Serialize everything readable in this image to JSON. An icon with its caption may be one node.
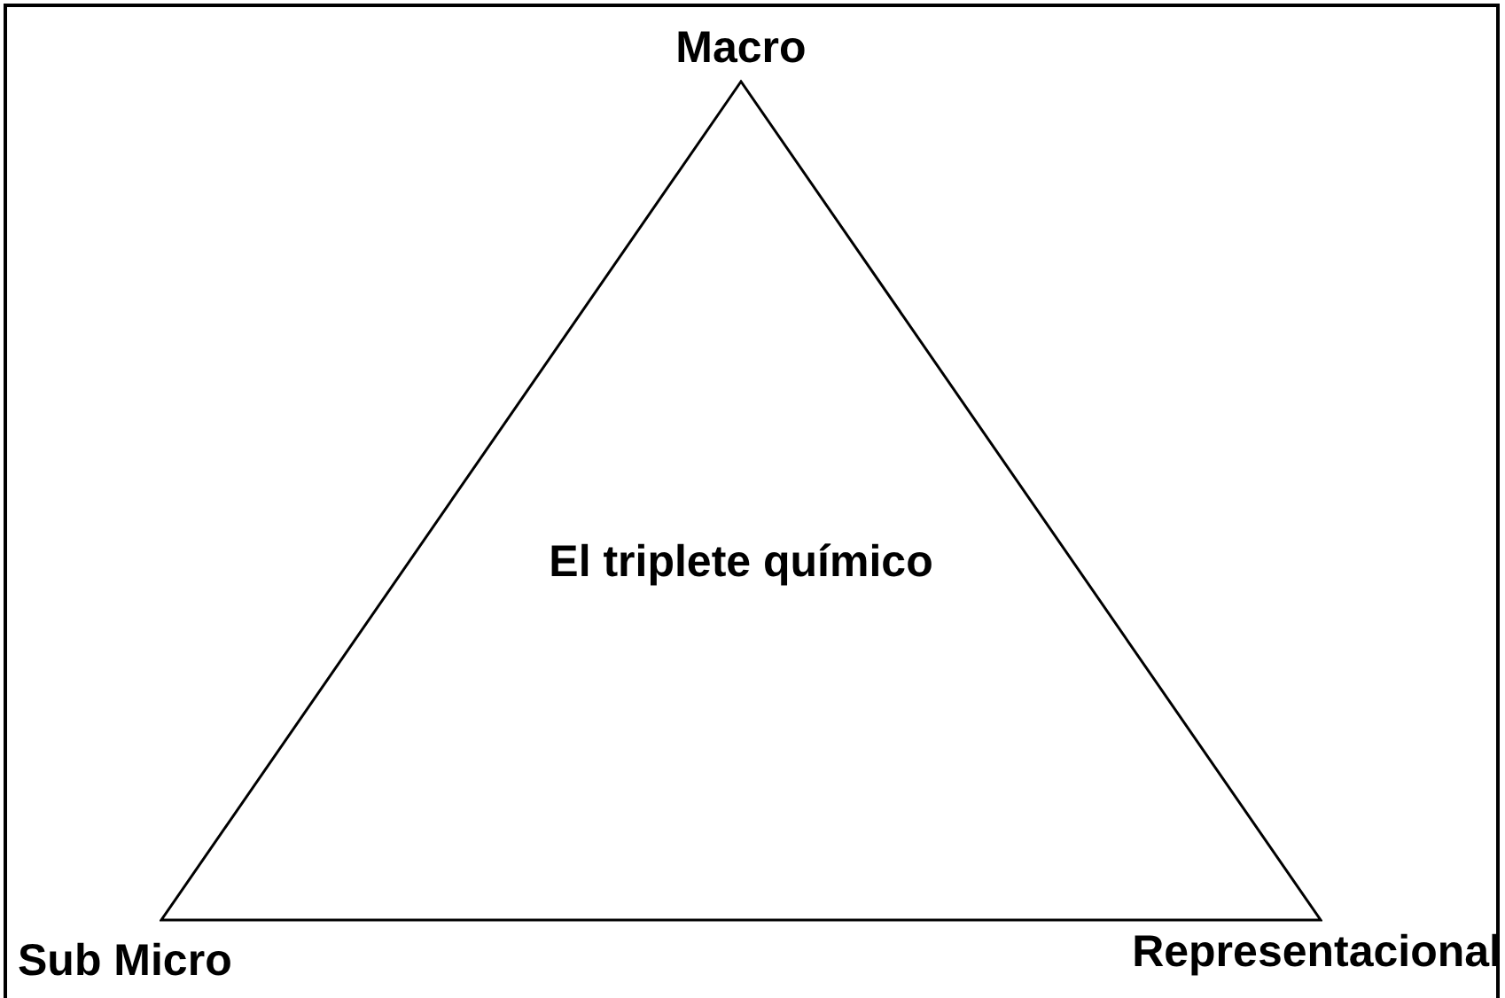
{
  "diagram": {
    "nodes": [
      {
        "text": [
          "El triplete químico"
        ]
      }
    ],
    "labels": [
      "Macro",
      "Sub Micro",
      "Representacional"
    ]
  }
}
